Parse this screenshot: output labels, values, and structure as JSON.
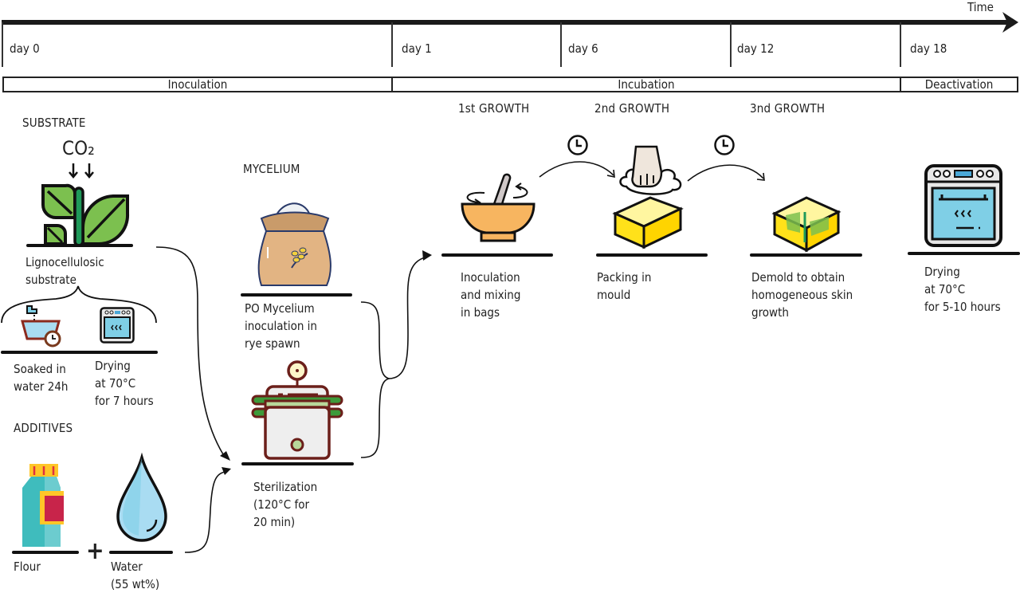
{
  "timeline": {
    "axis_label": "Time",
    "days": [
      "day 0",
      "day 1",
      "day 6",
      "day 12",
      "day 18"
    ],
    "phases": [
      "Inoculation",
      "Incubation",
      "Deactivation"
    ]
  },
  "growth_stages": [
    "1st GROWTH",
    "2nd GROWTH",
    "3nd GROWTH"
  ],
  "substrate": {
    "heading": "SUBSTRATE",
    "co2_label": "CO₂",
    "item_label": "Lignocellulosic\nsubstrate",
    "soak_label": "Soaked in\nwater 24h",
    "dry_label": "Drying\nat 70°C\nfor 7 hours"
  },
  "additives": {
    "heading": "ADDITIVES",
    "flour_label": "Flour",
    "plus": "+",
    "water_label": "Water\n(55 wt%)"
  },
  "mycelium": {
    "heading": "MYCELIUM",
    "item_label": "PO Mycelium\ninoculation in\nrye spawn",
    "sterilization_label": "Sterilization\n(120°C for\n20 min)"
  },
  "steps": [
    {
      "label": "Inoculation\nand mixing\nin bags"
    },
    {
      "label": "Packing in\nmould"
    },
    {
      "label": "Demold to obtain\nhomogeneous skin\ngrowth"
    },
    {
      "label": "Drying\nat 70°C\nfor 5-10 hours"
    }
  ],
  "colors": {
    "leaf_green": "#7cc04f",
    "stem_green": "#1f9a5a",
    "bowl_orange": "#f7b560",
    "block_yellow": "#ffe11a",
    "oven_blue": "#7fcfe6",
    "sack_tan": "#e2b483",
    "pot_brown": "#6b1f1a",
    "water_blue": "#a9dcf2",
    "bottle_teal": "#3fbcbd"
  }
}
